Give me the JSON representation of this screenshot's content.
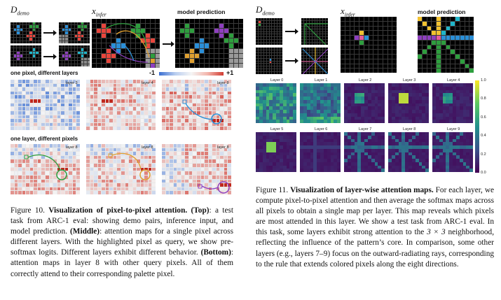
{
  "left_figure": {
    "label_demo": "D",
    "label_demo_sub": "demo",
    "label_infer": "x",
    "label_infer_sub": "infer",
    "label_prediction": "model prediction",
    "section_middle": "one pixel, different layers",
    "section_bottom": "one layer, different pixels",
    "scale_min": "-1",
    "scale_max": "+1",
    "middle_tiles": [
      "layer 3",
      "layer 4",
      "layer 8"
    ],
    "bottom_tiles": [
      "layer 8",
      "layer 8",
      "layer 8"
    ]
  },
  "right_figure": {
    "label_demo": "D",
    "label_demo_sub": "demo",
    "label_infer": "x",
    "label_infer_sub": "infer",
    "label_prediction": "model prediction",
    "layer_labels": [
      "Layer 0",
      "Layer 1",
      "Layer 2",
      "Layer 3",
      "Layer 4",
      "Layer 5",
      "Layer 6",
      "Layer 7",
      "Layer 8",
      "Layer 9"
    ],
    "colorbar_ticks": [
      "1.0",
      "0.8",
      "0.6",
      "0.4",
      "0.2",
      "0.0"
    ]
  },
  "caption_left": {
    "fig_no": "Figure 10.",
    "title": "Visualization of pixel-to-pixel attention.",
    "top_tag": "(Top)",
    "top_text": ": a test task from ARC-1 eval: showing demo pairs, inference input, and model prediction.",
    "middle_tag": "(Middle)",
    "middle_text": ": attention maps for a single pixel across different layers. With the highlighted pixel as query, we show pre-softmax logits. Different layers exhibit different behavior.",
    "bottom_tag": "(Bottom)",
    "bottom_text": ": attention maps in layer 8 with other query pixels. All of them correctly attend to their corresponding palette pixel."
  },
  "caption_right": {
    "fig_no": "Figure 11.",
    "title": "Visualization of layer-wise attention maps.",
    "text_1": "For each layer, we compute pixel-to-pixel attention and then average the softmax maps across all pixels to obtain a single map per layer. This map reveals which pixels are most attended in this layer. We show a test task from ARC-1 eval. In this task, some layers exhibit strong attention to the",
    "math": "3 × 3",
    "text_2": "neighborhood, reflecting the influence of the pattern’s core. In comparison, some other layers (e.g., layers 7–9) focus on the outward-radiating rays, corresponding to the rule that extends colored pixels along the eight directions."
  }
}
